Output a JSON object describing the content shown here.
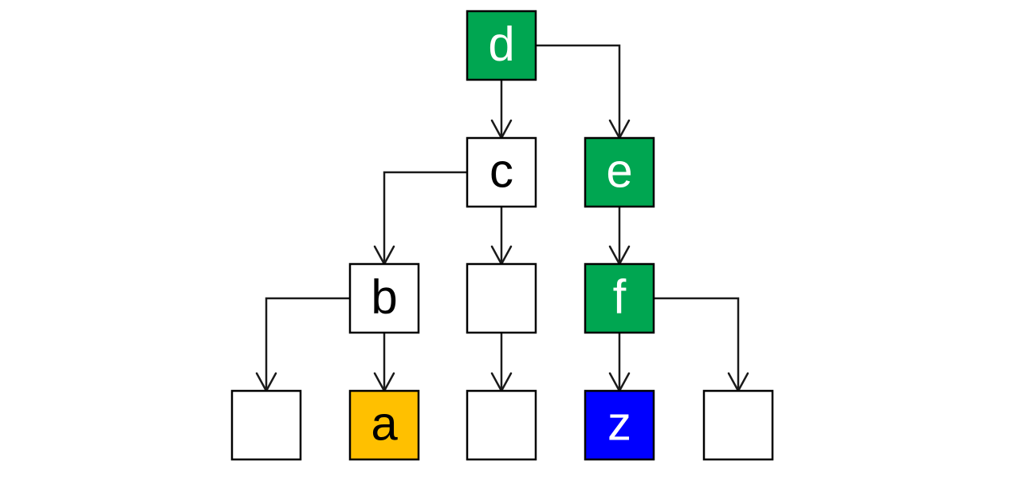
{
  "colors": {
    "green": "#00A651",
    "orange": "#FFC000",
    "blue": "#0000FF",
    "white": "#FFFFFF",
    "border": "#000000",
    "edge": "#1A1A1A"
  },
  "nodes": [
    {
      "id": "n-d",
      "label": "d",
      "fill": "green",
      "text_color": "#FFFFFF"
    },
    {
      "id": "n-c",
      "label": "c",
      "fill": "white",
      "text_color": "#000000"
    },
    {
      "id": "n-e",
      "label": "e",
      "fill": "green",
      "text_color": "#FFFFFF"
    },
    {
      "id": "n-b",
      "label": "b",
      "fill": "white",
      "text_color": "#000000"
    },
    {
      "id": "n-c2",
      "label": "",
      "fill": "white",
      "text_color": "#000000"
    },
    {
      "id": "n-f",
      "label": "f",
      "fill": "green",
      "text_color": "#FFFFFF"
    },
    {
      "id": "n-l1",
      "label": "",
      "fill": "white",
      "text_color": "#000000"
    },
    {
      "id": "n-a",
      "label": "a",
      "fill": "orange",
      "text_color": "#000000"
    },
    {
      "id": "n-l3",
      "label": "",
      "fill": "white",
      "text_color": "#000000"
    },
    {
      "id": "n-z",
      "label": "z",
      "fill": "blue",
      "text_color": "#FFFFFF"
    },
    {
      "id": "n-l5",
      "label": "",
      "fill": "white",
      "text_color": "#000000"
    }
  ],
  "edges": [
    {
      "from": "n-d",
      "to": "n-c"
    },
    {
      "from": "n-d",
      "to": "n-e"
    },
    {
      "from": "n-c",
      "to": "n-b"
    },
    {
      "from": "n-c",
      "to": "n-c2"
    },
    {
      "from": "n-e",
      "to": "n-f"
    },
    {
      "from": "n-b",
      "to": "n-l1"
    },
    {
      "from": "n-b",
      "to": "n-a"
    },
    {
      "from": "n-c2",
      "to": "n-l3"
    },
    {
      "from": "n-f",
      "to": "n-z"
    },
    {
      "from": "n-f",
      "to": "n-l5"
    }
  ]
}
